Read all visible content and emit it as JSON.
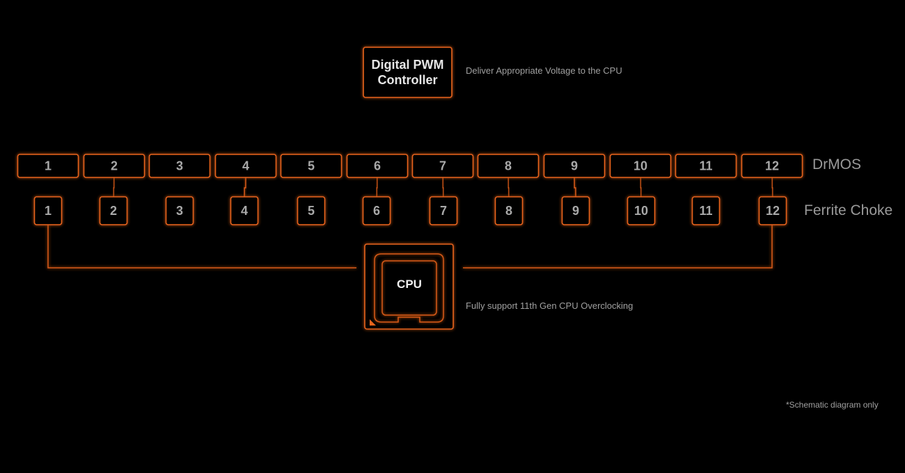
{
  "controller": {
    "title_line1": "Digital PWM",
    "title_line2": "Controller",
    "description": "Deliver Appropriate Voltage to the CPU"
  },
  "drmos": {
    "label": "DrMOS",
    "phases": [
      "1",
      "2",
      "3",
      "4",
      "5",
      "6",
      "7",
      "8",
      "9",
      "10",
      "11",
      "12"
    ]
  },
  "chokes": {
    "label": "Ferrite Choke",
    "phases": [
      "1",
      "2",
      "3",
      "4",
      "5",
      "6",
      "7",
      "8",
      "9",
      "10",
      "11",
      "12"
    ]
  },
  "cpu": {
    "label": "CPU",
    "description": "Fully support 11th Gen CPU Overclocking"
  },
  "footnote": "*Schematic diagram only",
  "colors": {
    "background": "#000000",
    "accent": "#e8641c",
    "text_muted": "#a0a0a0"
  }
}
